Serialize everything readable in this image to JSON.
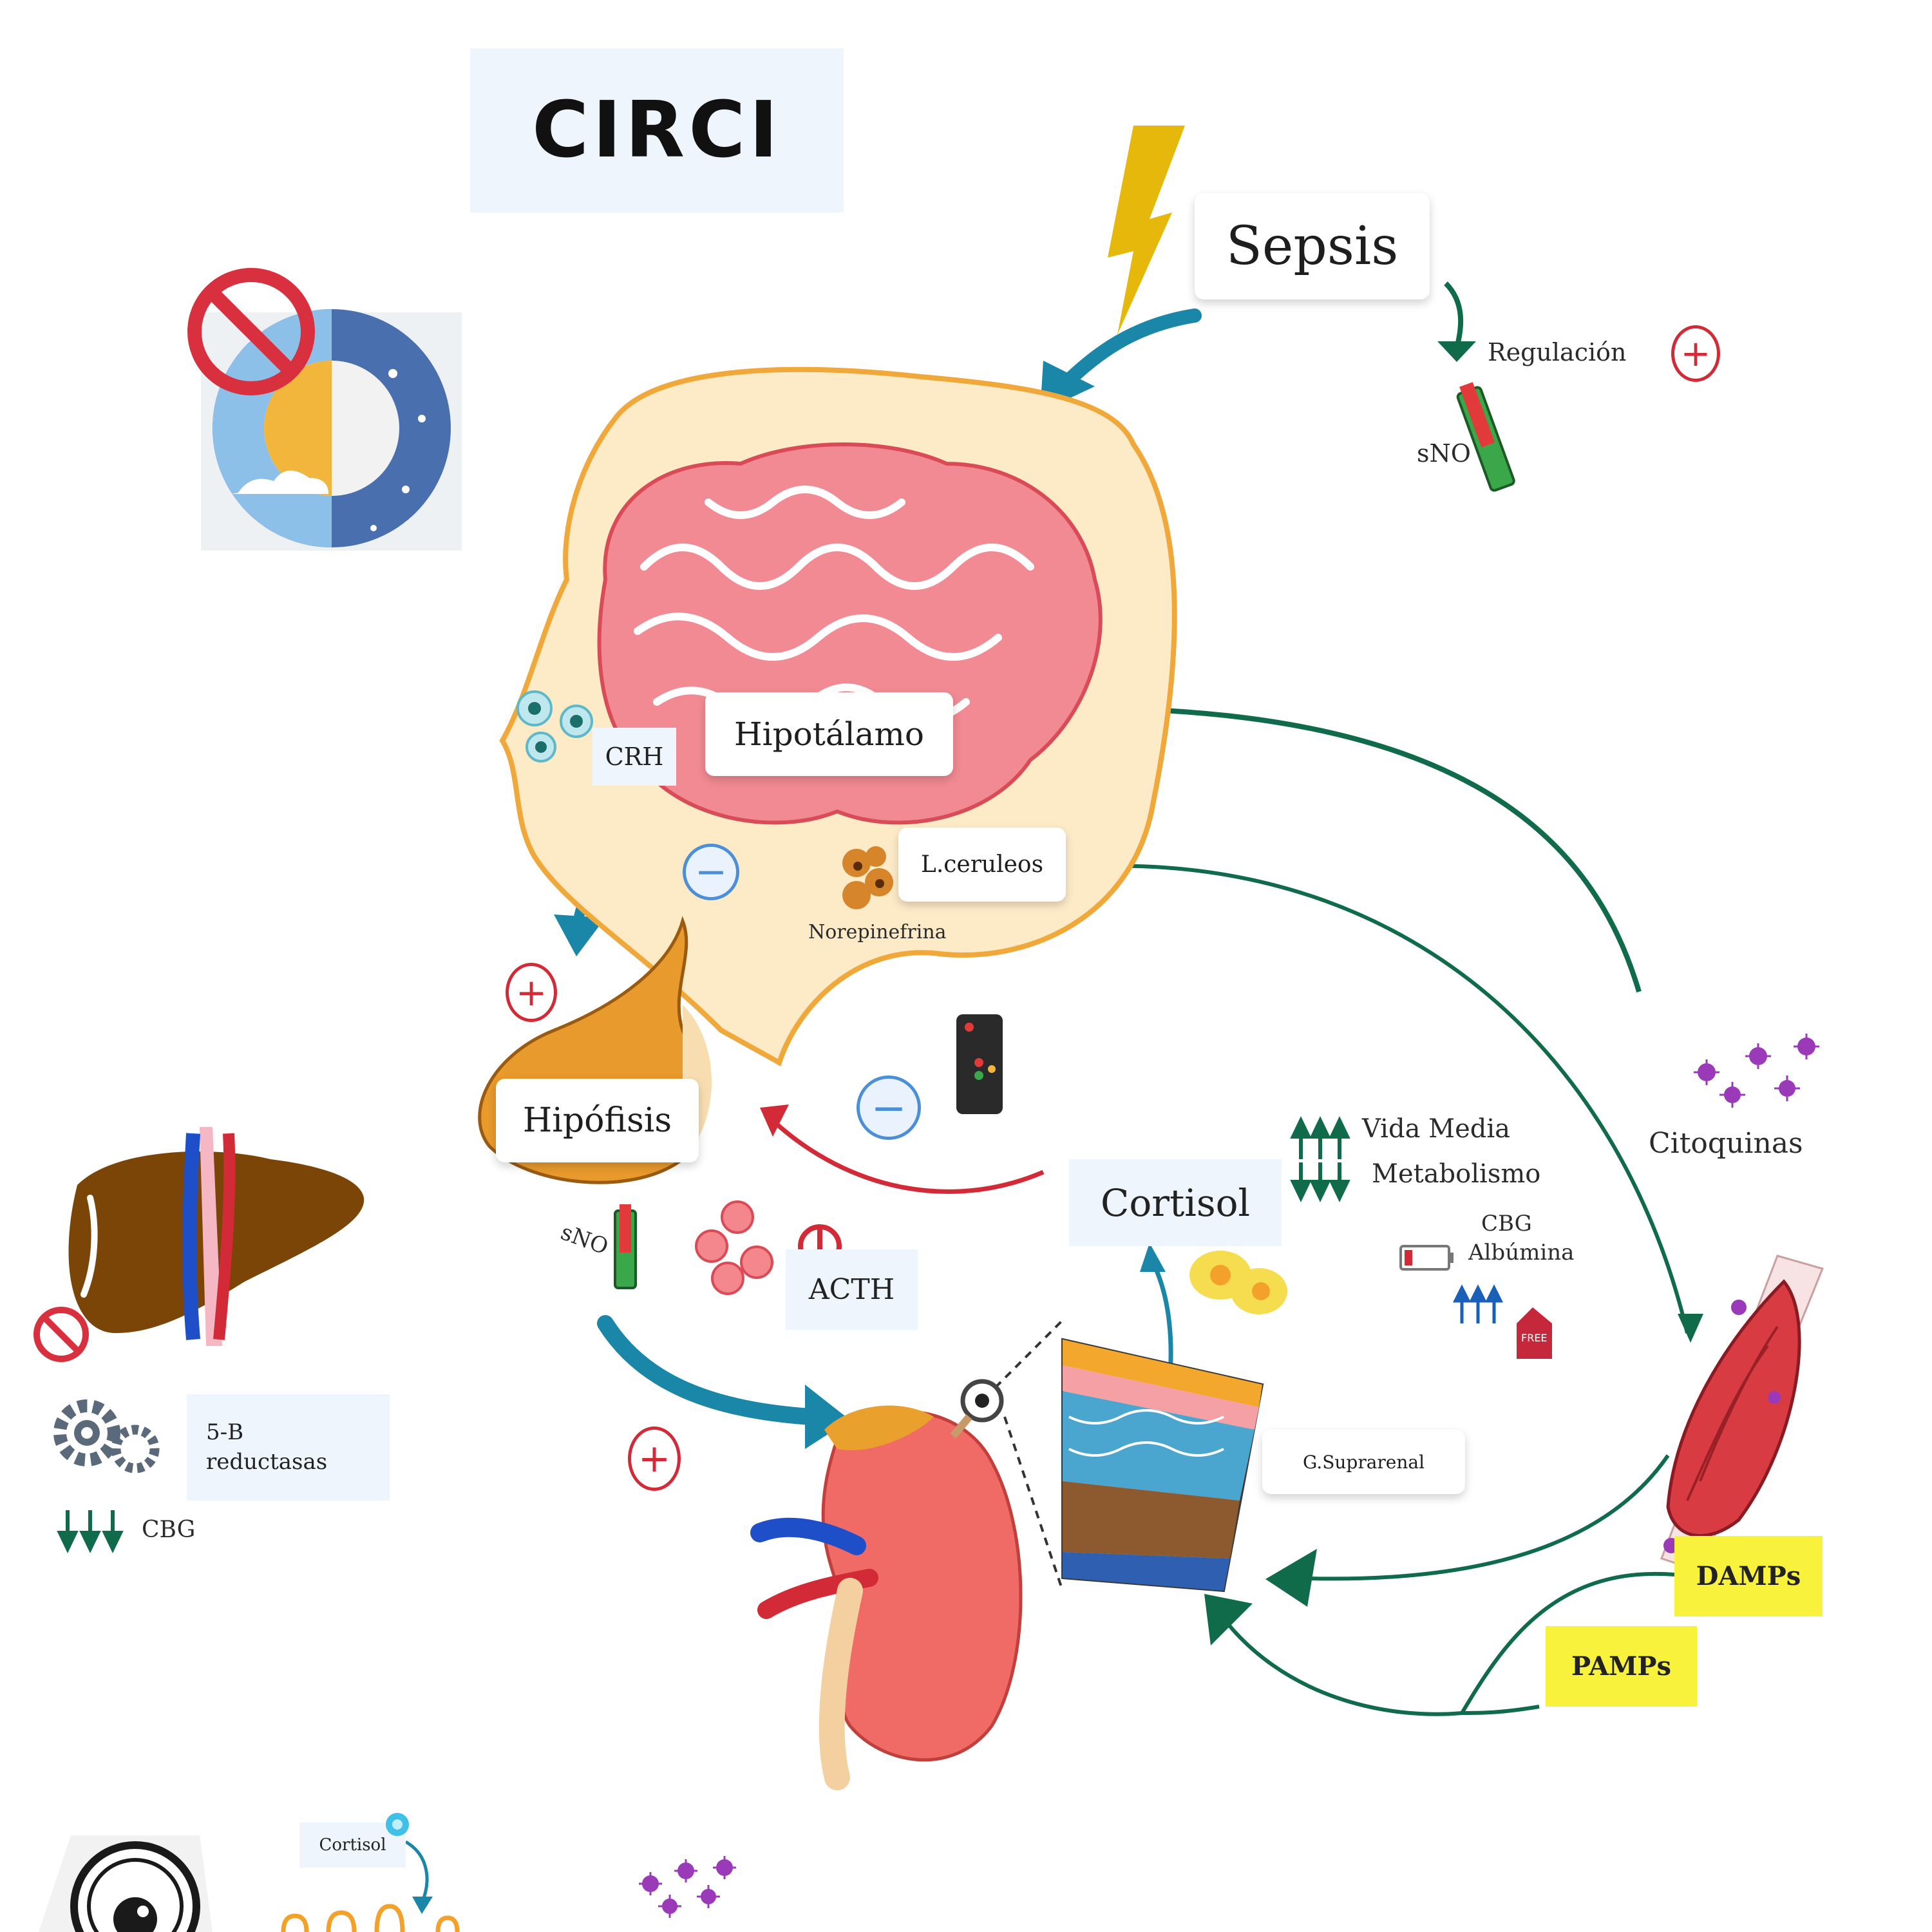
{
  "title": "CIRCI",
  "nodes": {
    "sepsis": "Sepsis",
    "regulacion": "Regulación",
    "sno_top": "sNO",
    "hipotalamo": "Hipotálamo",
    "crh": "CRH",
    "l_ceruleos": "L.ceruleos",
    "norepinefrina": "Norepinefrina",
    "hipofisis": "Hipófisis",
    "sno_mid": "sNO",
    "acth": "ACTH",
    "cortisol": "Cortisol",
    "vida_media": "Vida Media",
    "metabolismo": "Metabolismo",
    "cbg": "CBG",
    "albumina": "Albúmina",
    "citoquinas": "Citoquinas",
    "g_suprarenal": "G.Suprarenal",
    "damps": "DAMPs",
    "pamps": "PAMPs",
    "reductasas": "5-B reductasas",
    "cbg_liver": "CBG",
    "cortisol_small": "Cortisol",
    "free": "FREE"
  },
  "signs": {
    "plus": "+",
    "minus": "−"
  },
  "colors": {
    "green": "#0f6b4a",
    "teal": "#1a86a8",
    "red": "#d22a36",
    "blue_sign": "#4a8fd8",
    "yellow_tag": "#f8f23c",
    "tag_bg": "#eef5fc"
  },
  "icons": [
    "lightning-icon",
    "day-night-icon",
    "prohibited-icon",
    "brain-icon",
    "head-icon",
    "liver-icon",
    "gears-icon",
    "kidney-icon",
    "adrenal-section-icon",
    "muscle-icon",
    "virus-icon",
    "remote-icon",
    "battery-icon",
    "tube-icon",
    "eye-icon"
  ]
}
